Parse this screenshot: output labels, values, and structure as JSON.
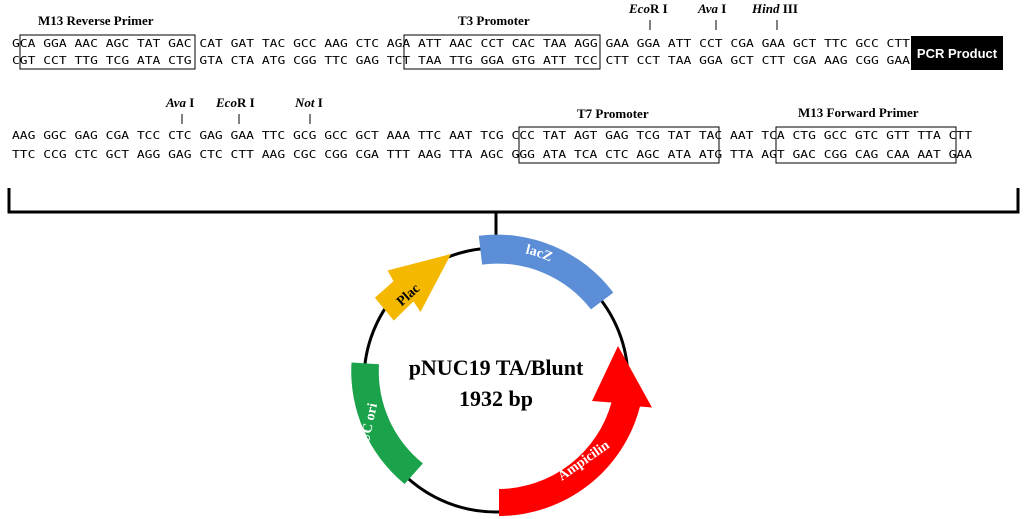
{
  "sequence": {
    "row1_top": "GCA GGA AAC AGC TAT GAC CAT GAT TAC GCC AAG CTC AGA ATT AAC CCT CAC TAA AGG GAA GGA ATT CCT CGA GAA GCT TTC GCC CTT",
    "row1_bottom": "CGT CCT TTG TCG ATA CTG GTA CTA ATG CGG TTC GAG TCT TAA TTG GGA GTG ATT TCC CTT CCT TAA GGA GCT CTT CGA AAG CGG GAA",
    "row2_top": "AAG GGC GAG CGA TCC CTC GAG GAA TTC GCG GCC GCT AAA TTC AAT TCG CCC TAT AGT GAG TCG TAT TAC AAT TCA CTG GCC GTC GTT TTA CTT",
    "row2_bottom": "TTC CCG CTC GCT AGG GAG CTC CTT AAG CGC CGG CGA TTT AAG TTA AGC GGG ATA TCA CTC AGC ATA ATG TTA AGT GAC CGG CAG CAA AAT GAA"
  },
  "labels": {
    "m13_reverse": "M13 Reverse Primer",
    "t3_promoter": "T3 Promoter",
    "t7_promoter": "T7 Promoter",
    "m13_forward": "M13 Forward Primer",
    "pcr_product": "PCR Product"
  },
  "sites": {
    "ecori_1": {
      "name": "Eco",
      "suffix": "R I"
    },
    "ava_1": {
      "name": "Ava",
      "suffix": " I"
    },
    "hind_1": {
      "name": "Hind",
      "suffix": " III"
    },
    "ava_2": {
      "name": "Ava",
      "suffix": " I"
    },
    "ecori_2": {
      "name": "Eco",
      "suffix": "R I"
    },
    "not_1": {
      "name": "Not",
      "suffix": " I"
    }
  },
  "plasmid": {
    "name": "pNUC19 TA/Blunt",
    "size": "1932 bp",
    "features": [
      {
        "id": "lacz",
        "label": "lacZ",
        "color": "#5b8ed6"
      },
      {
        "id": "plac",
        "label": "Plac",
        "color": "#f5b800"
      },
      {
        "id": "puc_ori",
        "label": "pUC ori",
        "color": "#1aa34a"
      },
      {
        "id": "ampicilin",
        "label": "Ampicilin",
        "color": "#ff0000"
      }
    ]
  }
}
